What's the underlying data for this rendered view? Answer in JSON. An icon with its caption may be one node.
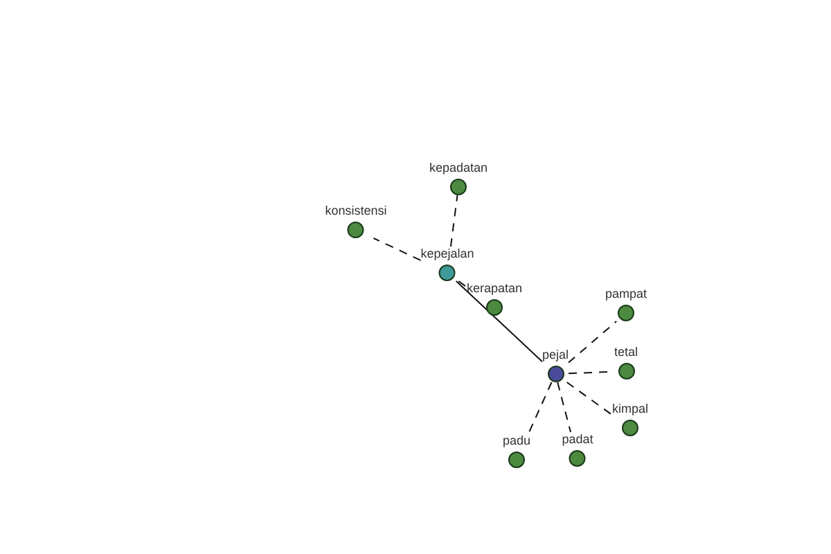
{
  "diagram": {
    "nodes": [
      {
        "text": [
          "kepadatan"
        ]
      },
      {
        "text": [
          "konsistensi"
        ]
      },
      {
        "text": [
          "kepejalan"
        ]
      },
      {
        "text": [
          "kerapatan"
        ]
      },
      {
        "text": [
          "pejal"
        ]
      },
      {
        "text": [
          "pampat"
        ]
      },
      {
        "text": [
          "tetal"
        ]
      },
      {
        "text": [
          "kimpal"
        ]
      },
      {
        "text": [
          "padu"
        ]
      },
      {
        "text": [
          "padat"
        ]
      }
    ],
    "edges": [
      {
        "from": 4,
        "to": 2,
        "arrow": "none"
      },
      {
        "from": 2,
        "to": 0,
        "arrow": "none",
        "style": "dashed"
      },
      {
        "from": 2,
        "to": 1,
        "arrow": "none",
        "style": "dashed"
      },
      {
        "from": 2,
        "to": 3,
        "arrow": "none",
        "style": "dashed"
      },
      {
        "from": 4,
        "to": 5,
        "arrow": "none",
        "style": "dashed"
      },
      {
        "from": 4,
        "to": 6,
        "arrow": "none",
        "style": "dashed"
      },
      {
        "from": 4,
        "to": 7,
        "arrow": "none",
        "style": "dashed"
      },
      {
        "from": 4,
        "to": 8,
        "arrow": "none",
        "style": "dashed"
      },
      {
        "from": 4,
        "to": 9,
        "arrow": "none",
        "style": "dashed"
      }
    ]
  }
}
